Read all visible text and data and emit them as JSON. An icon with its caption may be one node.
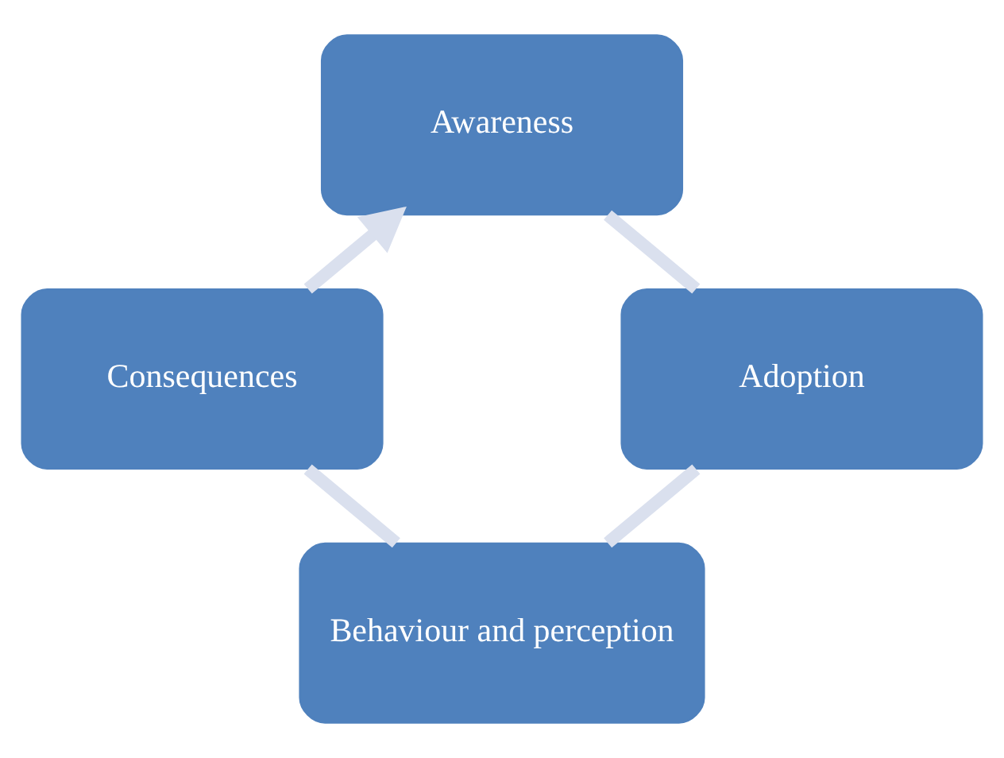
{
  "diagram": {
    "nodes": [
      {
        "text": [
          "Awareness"
        ]
      },
      {
        "text": [
          "Adoption"
        ]
      },
      {
        "text": [
          "Behaviour and perception"
        ]
      },
      {
        "text": [
          "Consequences"
        ]
      }
    ],
    "edges": [
      {
        "from": 0,
        "to": 1,
        "arrow": "none"
      },
      {
        "from": 1,
        "to": 2,
        "arrow": "none"
      },
      {
        "from": 2,
        "to": 3,
        "arrow": "none"
      },
      {
        "from": 3,
        "to": 0,
        "arrow": "to"
      }
    ]
  }
}
